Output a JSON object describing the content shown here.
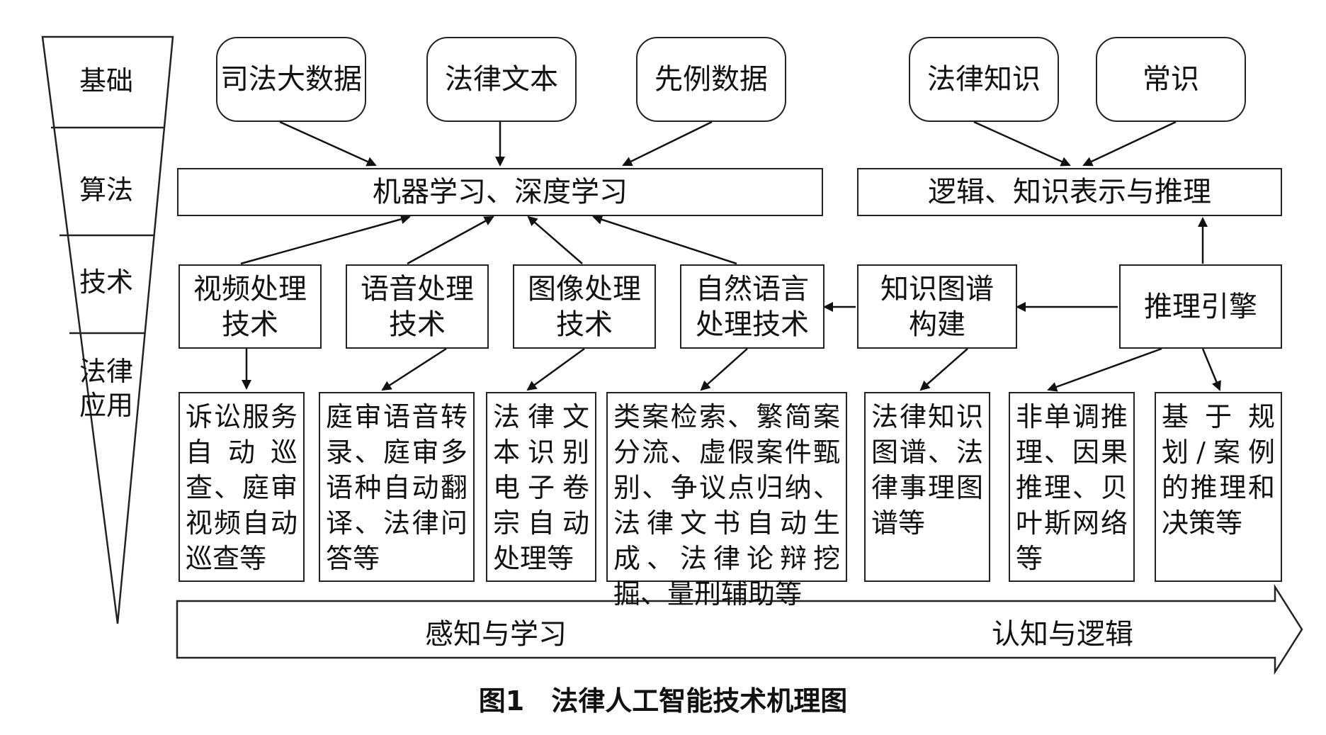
{
  "layers": {
    "foundation": "基础",
    "algorithm": "算法",
    "technology": "技术",
    "application_line1": "法律",
    "application_line2": "应用"
  },
  "data_sources": {
    "judicial_big_data": "司法大数据",
    "legal_text": "法律文本",
    "precedent_data": "先例数据",
    "legal_knowledge": "法律知识",
    "common_sense": "常识"
  },
  "algorithms": {
    "ml_dl": "机器学习、深度学习",
    "logic_kr": "逻辑、知识表示与推理"
  },
  "technologies": {
    "video_line1": "视频处理",
    "video_line2": "技术",
    "speech_line1": "语音处理",
    "speech_line2": "技术",
    "image_line1": "图像处理",
    "image_line2": "技术",
    "nlp_line1": "自然语言",
    "nlp_line2": "处理技术",
    "kg_line1": "知识图谱",
    "kg_line2": "构建",
    "reasoning_engine": "推理引擎"
  },
  "applications": {
    "video_apps": "诉讼服务自动巡查、庭审视频自动巡查等",
    "speech_apps": "庭审语音转录、庭审多语种自动翻译、法律问答等",
    "image_apps": "法律文本识别电子卷宗自动处理等",
    "nlp_apps": "类案检索、繁简案分流、虚假案件甄别、争议点归纳、法律文书自动生成、法律论辩挖掘、量刑辅助等",
    "kg_apps": "法律知识图谱、法律事理图谱等",
    "nonmono_apps": "非单调推理、因果推理、贝叶斯网络等",
    "rule_apps": "基于规划/案例的推理和决策等"
  },
  "progress": {
    "perception": "感知与学习",
    "cognition": "认知与逻辑"
  },
  "caption": "图1　法律人工智能技术机理图"
}
